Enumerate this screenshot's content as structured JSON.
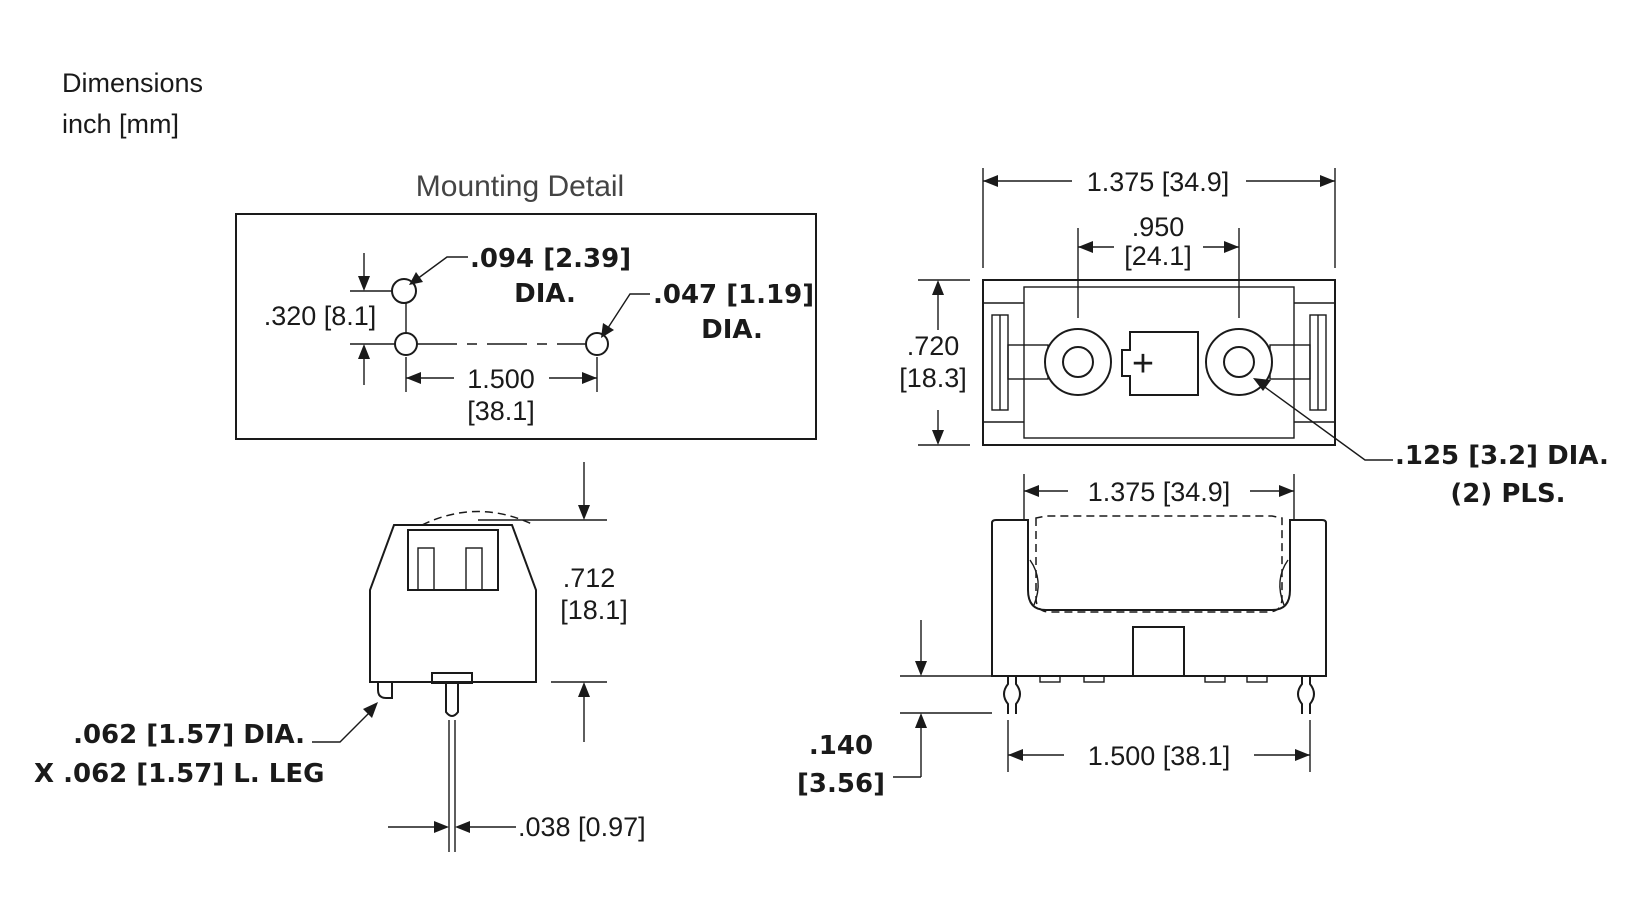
{
  "header": {
    "line1": "Dimensions",
    "line2": "inch [mm]"
  },
  "mounting_detail": {
    "title": "Mounting Detail",
    "hole_large_dim": ".094 [2.39]",
    "hole_large_note": "DIA.",
    "hole_small_dim": ".047 [1.19]",
    "hole_small_note": "DIA.",
    "vertical_spacing": ".320 [8.1]",
    "horizontal_spacing_in": "1.500",
    "horizontal_spacing_mm": "[38.1]"
  },
  "side_view": {
    "height_in": ".712",
    "height_mm": "[18.1]",
    "leg_line1": ".062 [1.57] DIA.",
    "leg_line2": "X .062 [1.57] L. LEG",
    "pin_width": ".038 [0.97]"
  },
  "top_view": {
    "overall_width": "1.375 [34.9]",
    "contact_spacing_in": ".950",
    "contact_spacing_mm": "[24.1]",
    "depth_in": ".720",
    "depth_mm": "[18.3]",
    "polarity_symbol": "+",
    "hole_line1": ".125 [3.2] DIA.",
    "hole_line2": "(2) PLS."
  },
  "front_view": {
    "cavity_width": "1.375 [34.9]",
    "pin_spacing": "1.500 [38.1]",
    "standoff_in": ".140",
    "standoff_mm": "[3.56]"
  }
}
